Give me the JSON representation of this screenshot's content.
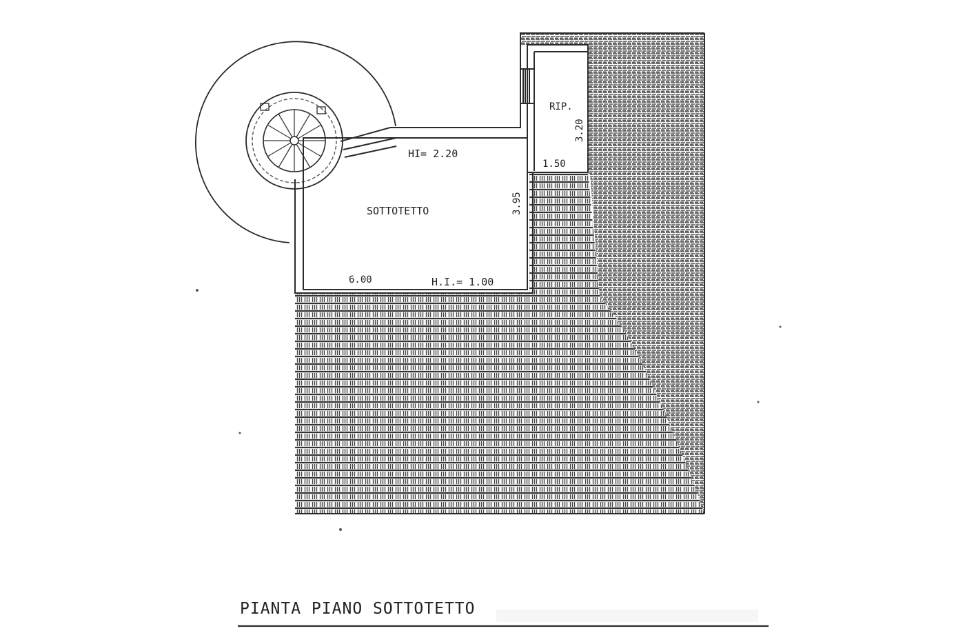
{
  "rooms": {
    "main_label": "SOTTOTETTO",
    "storage_label": "RIP."
  },
  "dimensions": {
    "height_top": "HI= 2.20",
    "height_bottom": "H.I.= 1.00",
    "width_main": "6.00",
    "depth_main": "3.95",
    "storage_depth": "3.20",
    "storage_width": "1.50"
  },
  "title": "PIANTA PIANO SOTTOTETTO",
  "colors": {
    "line": "#2a2a2a",
    "hatch": "#3a3a3a",
    "background": "#ffffff"
  }
}
